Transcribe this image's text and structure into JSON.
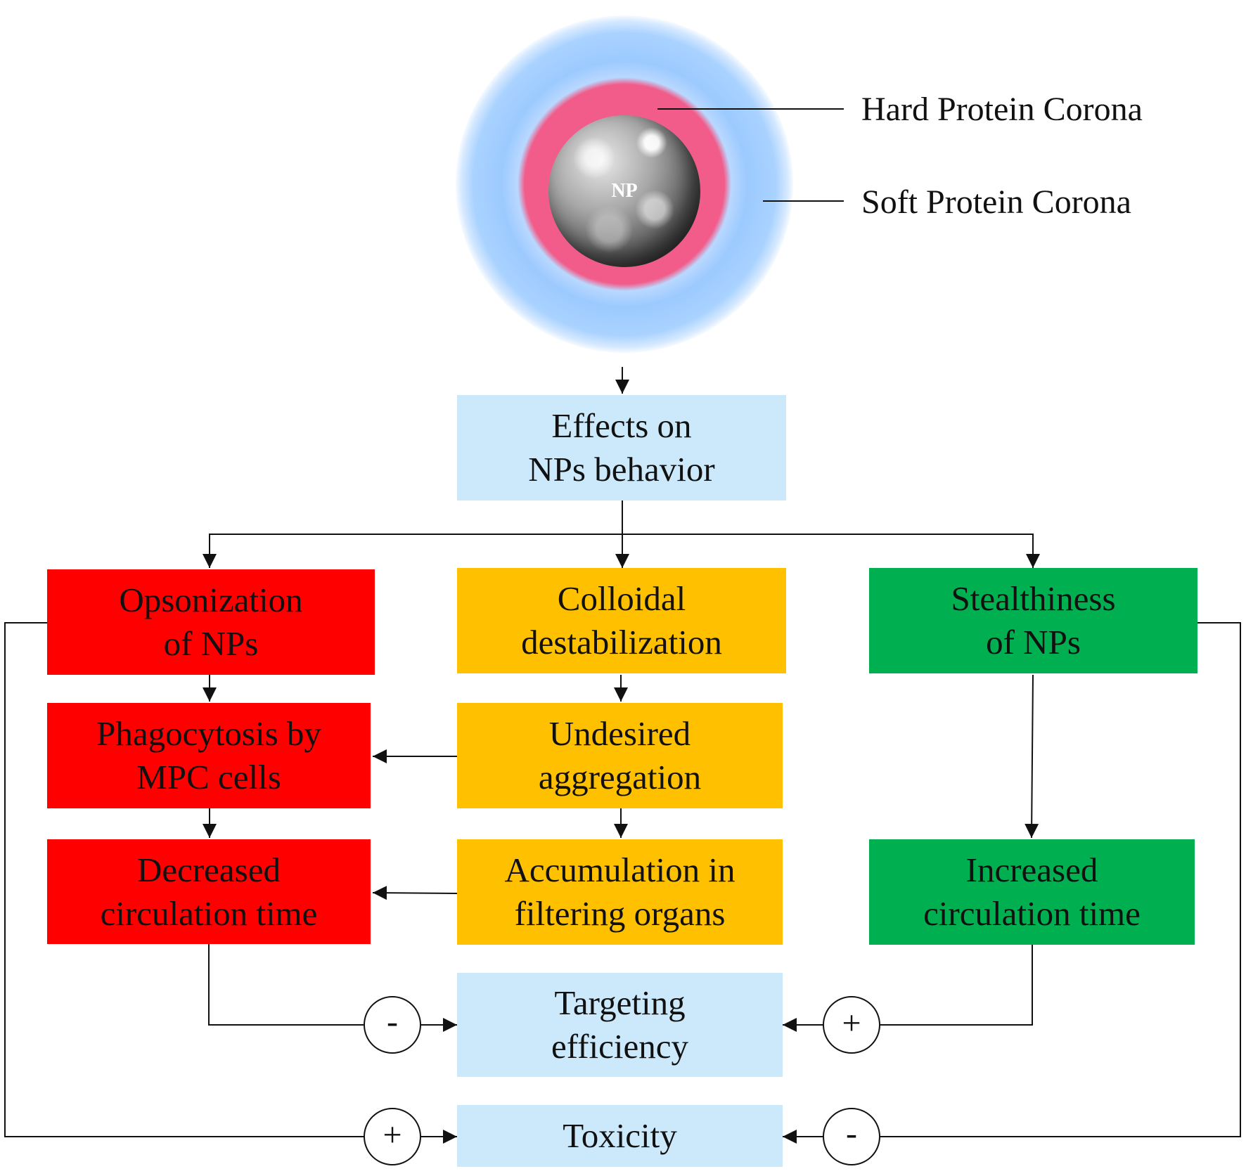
{
  "nanoparticle": {
    "core_label": "NP",
    "hard_corona_label": "Hard Protein Corona",
    "soft_corona_label": "Soft Protein Corona"
  },
  "boxes": {
    "effects": "Effects on\nNPs behavior",
    "opsonization": "Opsonization\nof NPs",
    "colloidal": "Colloidal\ndestabilization",
    "stealthiness": "Stealthiness\nof NPs",
    "phagocytosis": "Phagocytosis by\nMPC cells",
    "aggregation": "Undesired\naggregation",
    "decreased": "Decreased\ncirculation time",
    "accumulation": "Accumulation in\nfiltering organs",
    "increased": "Increased\ncirculation time",
    "targeting": "Targeting\nefficiency",
    "toxicity": "Toxicity"
  },
  "signs": {
    "targeting_left": "-",
    "targeting_right": "+",
    "toxicity_left": "+",
    "toxicity_right": "-"
  },
  "colors": {
    "info_box": "#cce9fb",
    "negative": "#ff0000",
    "neutral": "#ffc000",
    "positive": "#00b050",
    "hard_corona": "#f25c8a",
    "soft_corona": "#9ccaff"
  }
}
